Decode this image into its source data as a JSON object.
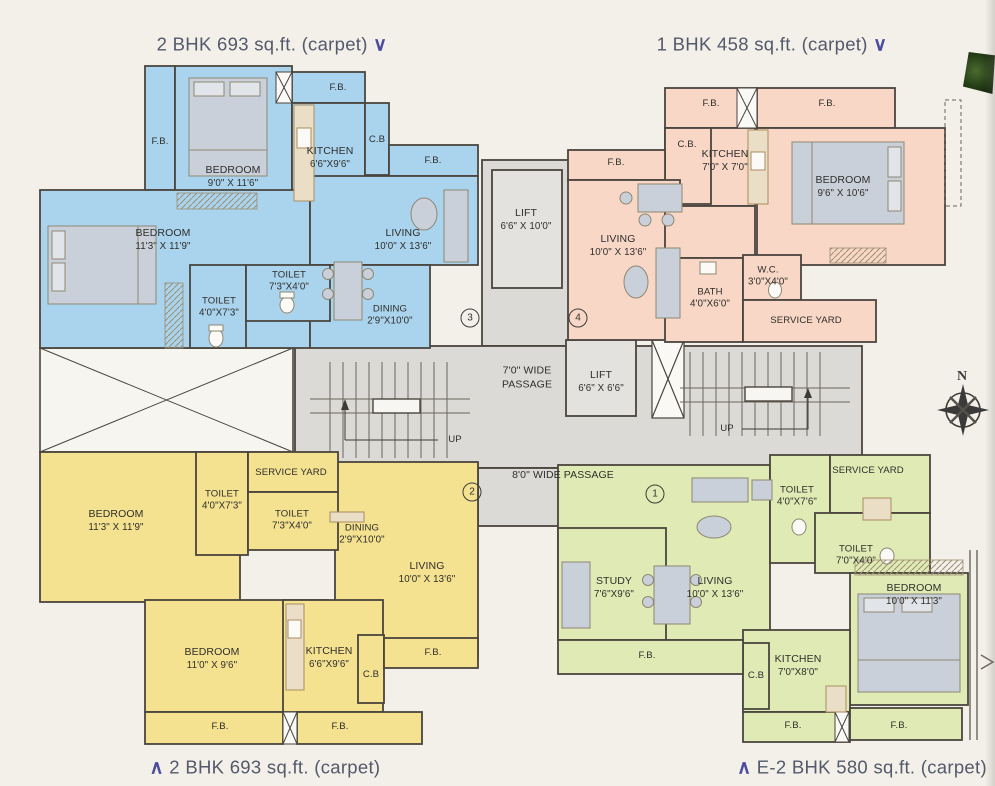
{
  "legend": {
    "top_left": {
      "label": "2 BHK 693 sq.ft. (carpet)",
      "arrow": "∨"
    },
    "top_right": {
      "label": "1 BHK 458 sq.ft. (carpet)",
      "arrow": "∨"
    },
    "bottom_left": {
      "label": "2 BHK 693 sq.ft. (carpet)",
      "arrow": "∧"
    },
    "bottom_right": {
      "label": "E-2 BHK 580 sq.ft. (carpet)",
      "arrow": "∧"
    }
  },
  "compass": {
    "north_label": "N"
  },
  "core": {
    "lift_main": {
      "name": "LIFT",
      "dims": "6'6\" X 10'0\""
    },
    "lift_small": {
      "name": "LIFT",
      "dims": "6'6\" X 6'6\""
    },
    "passage_upper": {
      "line1": "7'0\" WIDE",
      "line2": "PASSAGE"
    },
    "passage_lower": "8'0\" WIDE PASSAGE",
    "stair_left_up": "UP",
    "stair_right_up": "UP"
  },
  "colors": {
    "unit_blue": "#aad4ee",
    "unit_pink": "#f8d7c6",
    "unit_yellow": "#f4e291",
    "unit_green": "#dfeab4",
    "core_gray": "#dbdad7",
    "wall": "#4a453e",
    "legend_arrow": "#4c4b9d"
  },
  "units": {
    "blue": {
      "number": "3",
      "fb_left": "F.B.",
      "fb_top": "F.B.",
      "fb_right": "F.B.",
      "cb": "C.B",
      "bedroom1": {
        "name": "BEDROOM",
        "dims": "9'0\" X 11'6\""
      },
      "kitchen": {
        "name": "KITCHEN",
        "dims": "6'6\"X9'6\""
      },
      "bedroom2": {
        "name": "BEDROOM",
        "dims": "11'3\" X 11'9\""
      },
      "toilet1": {
        "name": "TOILET",
        "dims": "4'0\"X7'3\""
      },
      "toilet2": {
        "name": "TOILET",
        "dims": "7'3\"X4'0\""
      },
      "living": {
        "name": "LIVING",
        "dims": "10'0\" X 13'6\""
      },
      "dining": {
        "name": "DINING",
        "dims": "2'9\"X10'0\""
      }
    },
    "pink": {
      "number": "4",
      "fb_top_left": "F.B.",
      "fb_top_right": "F.B.",
      "fb_left": "F.B.",
      "cb": "C.B.",
      "kitchen": {
        "name": "KITCHEN",
        "dims": "7'0\" X 7'0\""
      },
      "bedroom": {
        "name": "BEDROOM",
        "dims": "9'6\" X 10'6\""
      },
      "living": {
        "name": "LIVING",
        "dims": "10'0\" X 13'6\""
      },
      "bath": {
        "name": "BATH",
        "dims": "4'0\"X6'0\""
      },
      "wc": {
        "name": "W.C.",
        "dims": "3'0\"X4'0\""
      },
      "service_yard": "SERVICE YARD"
    },
    "yellow": {
      "number": "2",
      "bedroom1": {
        "name": "BEDROOM",
        "dims": "11'3\" X 11'9\""
      },
      "toilet1": {
        "name": "TOILET",
        "dims": "4'0\"X7'3\""
      },
      "service_yard": "SERVICE YARD",
      "toilet2": {
        "name": "TOILET",
        "dims": "7'3\"X4'0\""
      },
      "dining": {
        "name": "DINING",
        "dims": "2'9\"X10'0\""
      },
      "living": {
        "name": "LIVING",
        "dims": "10'0\" X 13'6\""
      },
      "bedroom2": {
        "name": "BEDROOM",
        "dims": "11'0\" X 9'6\""
      },
      "kitchen": {
        "name": "KITCHEN",
        "dims": "6'6\"X9'6\""
      },
      "cb": "C.B",
      "fb_right": "F.B.",
      "fb_bottom1": "F.B.",
      "fb_bottom2": "F.B."
    },
    "green": {
      "number": "1",
      "study": {
        "name": "STUDY",
        "dims": "7'6\"X9'6\""
      },
      "living": {
        "name": "LIVING",
        "dims": "10'0\" X 13'6\""
      },
      "toilet1": {
        "name": "TOILET",
        "dims": "4'0\"X7'6\""
      },
      "service_yard": "SERVICE YARD",
      "toilet2": {
        "name": "TOILET",
        "dims": "7'0\"X4'0\""
      },
      "bedroom": {
        "name": "BEDROOM",
        "dims": "10'0\" X 11'3\""
      },
      "kitchen": {
        "name": "KITCHEN",
        "dims": "7'0\"X8'0\""
      },
      "cb": "C.B",
      "fb_mid": "F.B.",
      "fb_bottom1": "F.B.",
      "fb_bottom2": "F.B."
    }
  }
}
